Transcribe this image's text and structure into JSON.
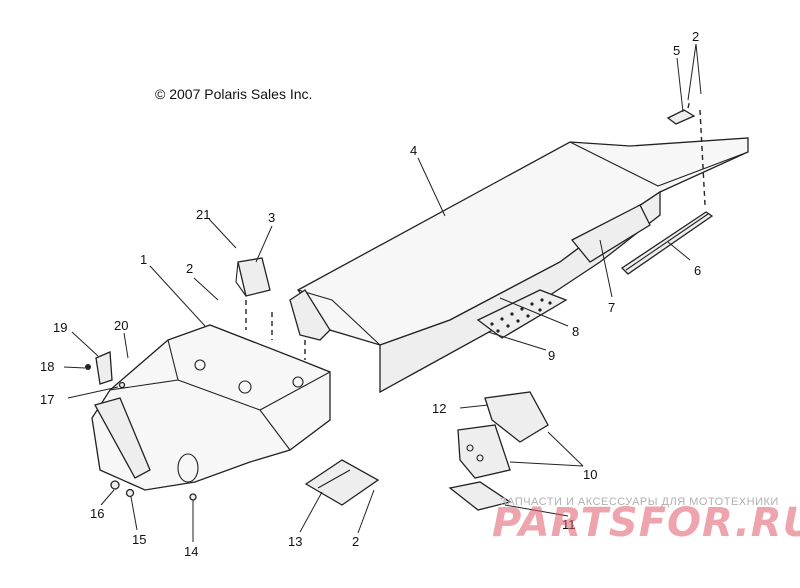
{
  "copyright": "© 2007 Polaris Sales Inc.",
  "watermark": {
    "small": "ЗАПЧАСТИ И АКСЕССУАРЫ ДЛЯ МОТОТЕХНИКИ",
    "large": "PARTSFOR.RU"
  },
  "callouts": {
    "c1": "1",
    "c2a": "2",
    "c2b": "2",
    "c2c": "2",
    "c3": "3",
    "c4": "4",
    "c5": "5",
    "c6": "6",
    "c7": "7",
    "c8": "8",
    "c9": "9",
    "c10": "10",
    "c11": "11",
    "c12": "12",
    "c13": "13",
    "c14": "14",
    "c15": "15",
    "c16": "16",
    "c17": "17",
    "c18": "18",
    "c19": "19",
    "c20": "20",
    "c21": "21"
  }
}
